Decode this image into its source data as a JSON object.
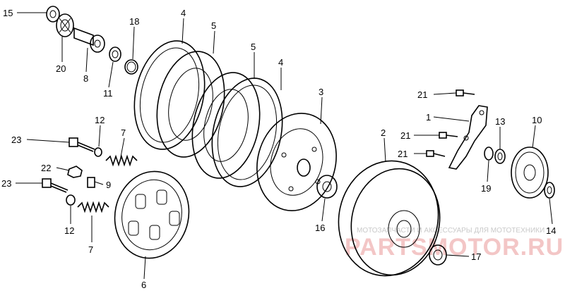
{
  "callouts": [
    {
      "id": "c15a",
      "text": "15"
    },
    {
      "id": "c20",
      "text": "20"
    },
    {
      "id": "c8",
      "text": "8"
    },
    {
      "id": "c18",
      "text": "18"
    },
    {
      "id": "c11",
      "text": "11"
    },
    {
      "id": "c4a",
      "text": "4"
    },
    {
      "id": "c5a",
      "text": "5"
    },
    {
      "id": "c5b",
      "text": "5"
    },
    {
      "id": "c4b",
      "text": "4"
    },
    {
      "id": "c3",
      "text": "3"
    },
    {
      "id": "c12a",
      "text": "12"
    },
    {
      "id": "c23a",
      "text": "23"
    },
    {
      "id": "c7a",
      "text": "7"
    },
    {
      "id": "c22",
      "text": "22"
    },
    {
      "id": "c9",
      "text": "9"
    },
    {
      "id": "c23b",
      "text": "23"
    },
    {
      "id": "c12b",
      "text": "12"
    },
    {
      "id": "c7b",
      "text": "7"
    },
    {
      "id": "c6",
      "text": "6"
    },
    {
      "id": "c16",
      "text": "16"
    },
    {
      "id": "c2",
      "text": "2"
    },
    {
      "id": "c21a",
      "text": "21"
    },
    {
      "id": "c1",
      "text": "1"
    },
    {
      "id": "c21b",
      "text": "21"
    },
    {
      "id": "c21c",
      "text": "21"
    },
    {
      "id": "c13",
      "text": "13"
    },
    {
      "id": "c10",
      "text": "10"
    },
    {
      "id": "c19",
      "text": "19"
    },
    {
      "id": "c14",
      "text": "14"
    },
    {
      "id": "c17",
      "text": "17"
    }
  ],
  "watermark": {
    "caption": "МОТОЗАПЧАСТИ И АКСЕССУАРЫ ДЛЯ МОТОТЕХНИКИ",
    "brand": "PARTSMOTOR.RU"
  },
  "colors": {
    "ink": "#000000",
    "watermark_red": "#f3c6c6",
    "watermark_gray": "#c9c9c9"
  }
}
